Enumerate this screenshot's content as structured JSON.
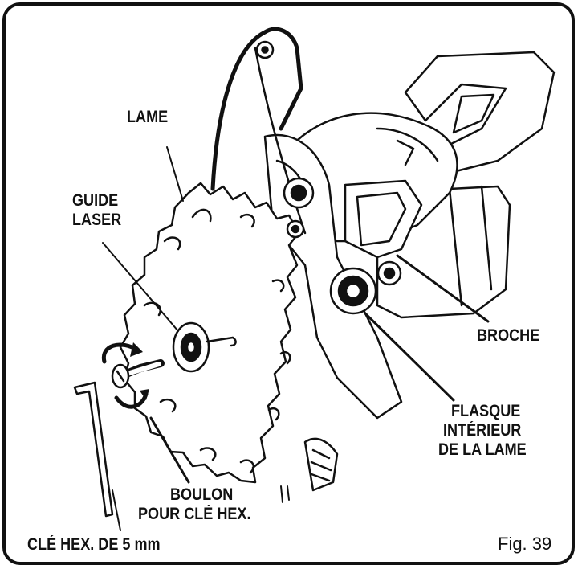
{
  "labels": {
    "lame": "LAME",
    "guide_laser_1": "GUIDE",
    "guide_laser_2": "LASER",
    "broche": "BROCHE",
    "flasque_1": "FLASQUE",
    "flasque_2": "INTÉRIEUR",
    "flasque_3": "DE LA LAME",
    "boulon_1": "BOULON",
    "boulon_2": "POUR CLÉ HEX.",
    "cle_hex": "CLÉ HEX. DE 5 mm"
  },
  "figure_number": "Fig. 39",
  "colors": {
    "ink": "#111111",
    "paper": "#ffffff"
  }
}
